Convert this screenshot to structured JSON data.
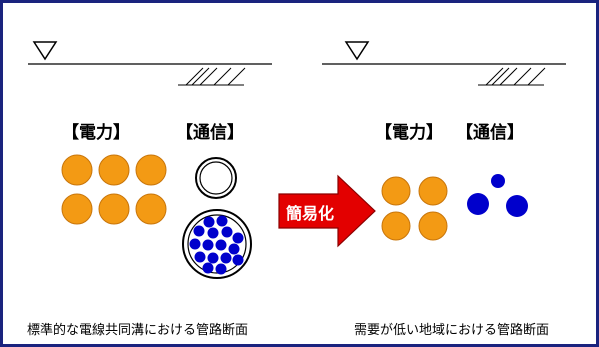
{
  "left": {
    "power_label": "【電力】",
    "comm_label": "【通信】",
    "caption": "標準的な電線共同溝における管路断面"
  },
  "right": {
    "power_label": "【電力】",
    "comm_label": "【通信】",
    "caption": "需要が低い地域における管路断面"
  },
  "arrow": {
    "label": "簡易化"
  },
  "colors": {
    "border": "#1a237e",
    "power_pipe": "#f39a14",
    "power_outline": "#c8750a",
    "comm_pipe": "#0000cc",
    "arrow": "#e30000",
    "arrow_edge": "#8a0000"
  },
  "icons": [
    "water-level-icon",
    "hatch-icon"
  ]
}
